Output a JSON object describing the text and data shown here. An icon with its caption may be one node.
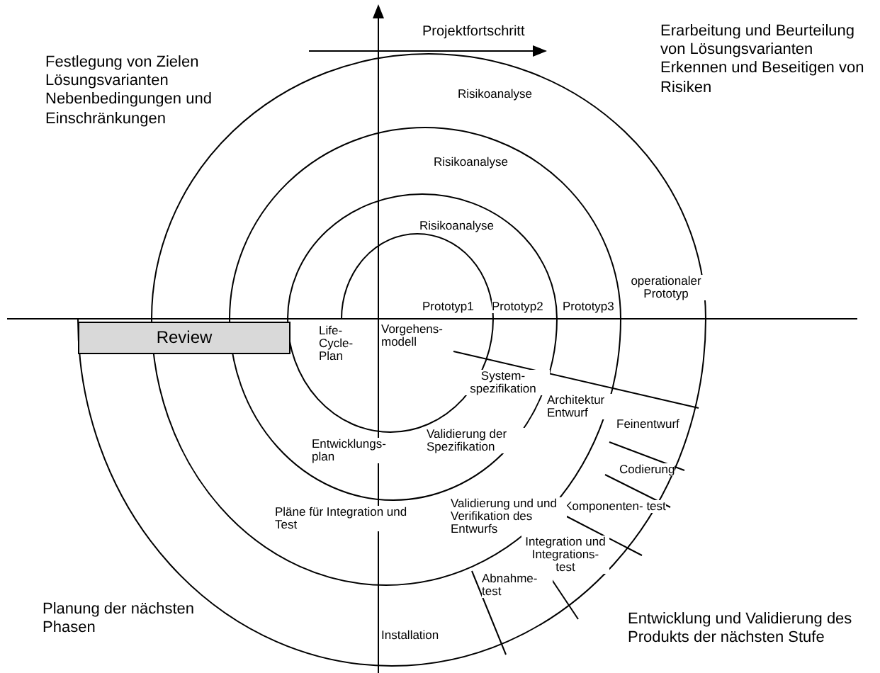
{
  "diagram": {
    "nodes": [
      {
        "text": [
          "Review"
        ]
      }
    ],
    "labels": [
      "Projektfortschritt",
      "Festlegung von Zielen Lösungsvarianten Nebenbedingungen und Einschränkungen",
      "Erarbeitung und Beurteilung von Lösungsvarianten Erkennen und Beseitigen von Risiken",
      "Risikoanalyse",
      "Risikoanalyse",
      "Risikoanalyse",
      "operationaler Prototyp",
      "Prototyp1",
      "Prototyp2",
      "Prototyp3",
      "Life-Cycle- Plan",
      "Vorgehens- modell",
      "System- spezifikation",
      "Architektur Entwurf",
      "Feinentwurf",
      "Validierung der Spezifikation",
      "Entwicklungs- plan",
      "Codierung",
      "Komponenten- test",
      "Pläne für Integration und Test",
      "Validierung und und Verifikation des Entwurfs",
      "Integration und Integrations- test",
      "Abnahme- test",
      "Installation",
      "Planung der nächsten Phasen",
      "Entwicklung und Validierung des Produkts der nächsten Stufe"
    ]
  }
}
